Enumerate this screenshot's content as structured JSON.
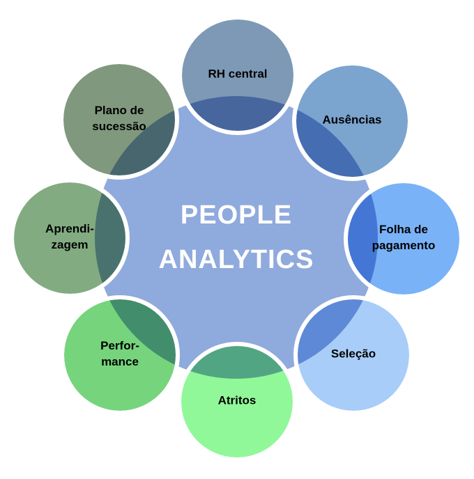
{
  "diagram": {
    "background_color": "#FFFFFF",
    "center": {
      "label": "PEOPLE\nANALYTICS",
      "color": "#8FAADC",
      "text_color": "#FFFFFF"
    },
    "ring_color": "#FFFFFF",
    "label_color": "#000000",
    "nodes": [
      {
        "id": "rh-central",
        "label": "RH central",
        "color": "#7E99B6",
        "position": "top"
      },
      {
        "id": "ausencias",
        "label": "Ausências",
        "color": "#7BA4CF",
        "position": "top-right"
      },
      {
        "id": "folha-de-pagamento",
        "label": "Folha de\npagamento",
        "color": "#79B2F7",
        "position": "right"
      },
      {
        "id": "selecao",
        "label": "Seleção",
        "color": "#A8CDF8",
        "position": "bottom-right"
      },
      {
        "id": "atritos",
        "label": "Atritos",
        "color": "#90F898",
        "position": "bottom"
      },
      {
        "id": "performance",
        "label": "Perfor-\nmance",
        "color": "#76D47D",
        "position": "bottom-left"
      },
      {
        "id": "aprendizagem",
        "label": "Aprendi-\nzagem",
        "color": "#82AB81",
        "position": "left"
      },
      {
        "id": "plano-de-sucessao",
        "label": "Plano de\nsucessão",
        "color": "#80997E",
        "position": "top-left"
      }
    ]
  }
}
